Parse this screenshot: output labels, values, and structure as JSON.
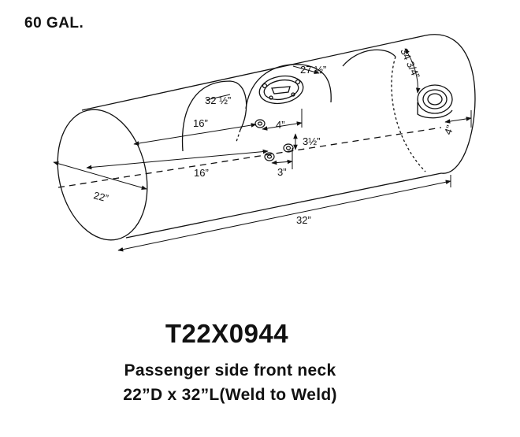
{
  "title": {
    "capacity": "60 GAL.",
    "model": "T22X0944",
    "description": "Passenger side front neck",
    "dimensions": "22”D x  32”L(Weld to Weld)"
  },
  "dimension_labels": {
    "diameter": "22”",
    "length": "32”",
    "band1_arc": "32 ½”",
    "band2_arc": "27 ½”",
    "end_arc": "34 3/4”",
    "upper_offset": "16”",
    "lower_offset": "16”",
    "fitting_spacing": "4”",
    "vertical_spacing": "3½”",
    "lower_spacing": "3”",
    "neck_offset": "4”"
  }
}
